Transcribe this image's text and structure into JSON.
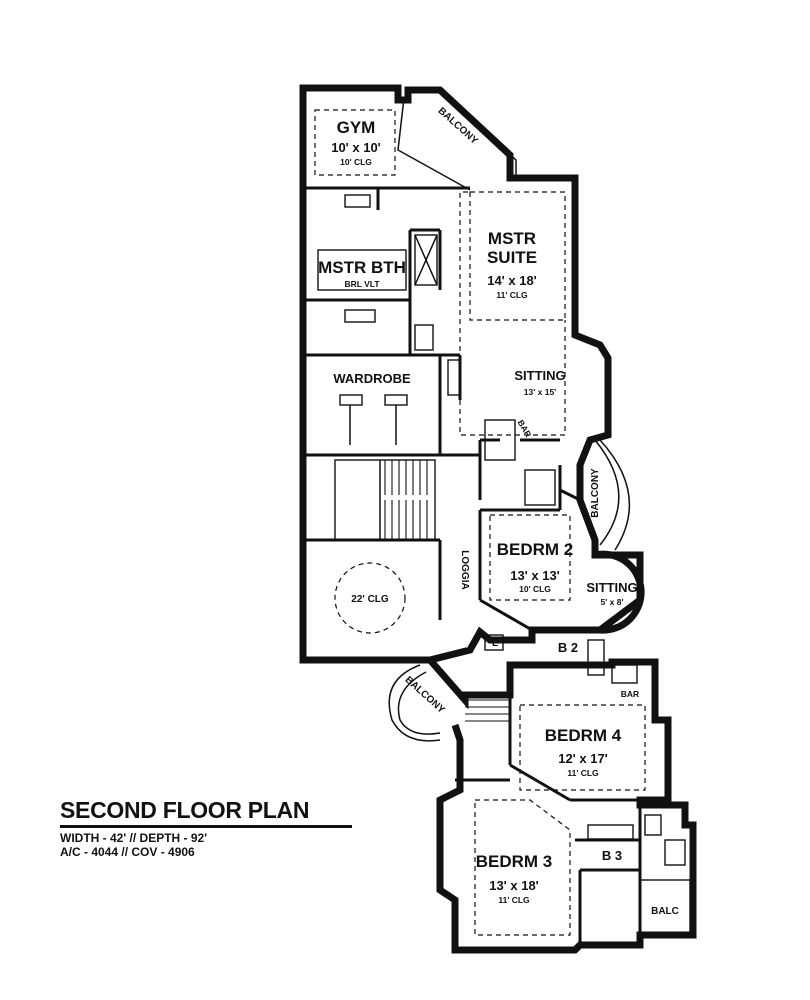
{
  "title": {
    "main": "SECOND FLOOR PLAN",
    "line1": "WIDTH - 42' // DEPTH - 92'",
    "line2": "A/C - 4044 // COV - 4906"
  },
  "rooms": {
    "gym": {
      "name": "GYM",
      "size": "10' x 10'",
      "ceiling": "10' CLG"
    },
    "balcony_top": {
      "name": "BALCONY"
    },
    "master_suite": {
      "name_line1": "MSTR",
      "name_line2": "SUITE",
      "size": "14' x 18'",
      "ceiling": "11' CLG"
    },
    "master_bath": {
      "name": "MSTR BTH",
      "ceiling": "BRL VLT"
    },
    "wardrobe": {
      "name": "WARDROBE"
    },
    "sitting_master": {
      "name": "SITTING",
      "size": "13' x 15'"
    },
    "bar_top": {
      "name": "BAR"
    },
    "balcony_right": {
      "name": "BALCONY"
    },
    "bedroom2": {
      "name": "BEDRM 2",
      "size": "13' x 13'",
      "ceiling": "10' CLG"
    },
    "sitting_bed2": {
      "name": "SITTING",
      "size": "5' x 8'"
    },
    "stair_hall": {
      "ceiling": "22' CLG"
    },
    "loggia": {
      "name": "LOGGIA"
    },
    "linen": {
      "name": "L"
    },
    "bath2": {
      "name": "B 2"
    },
    "bar_bed4": {
      "name": "BAR"
    },
    "balcony_bottom": {
      "name": "BALCONY"
    },
    "bedroom4": {
      "name": "BEDRM 4",
      "size": "12' x 17'",
      "ceiling": "11' CLG"
    },
    "bedroom3": {
      "name": "BEDRM 3",
      "size": "13' x 18'",
      "ceiling": "11' CLG"
    },
    "bath3": {
      "name": "B 3"
    },
    "balc_small": {
      "name": "BALC"
    }
  }
}
